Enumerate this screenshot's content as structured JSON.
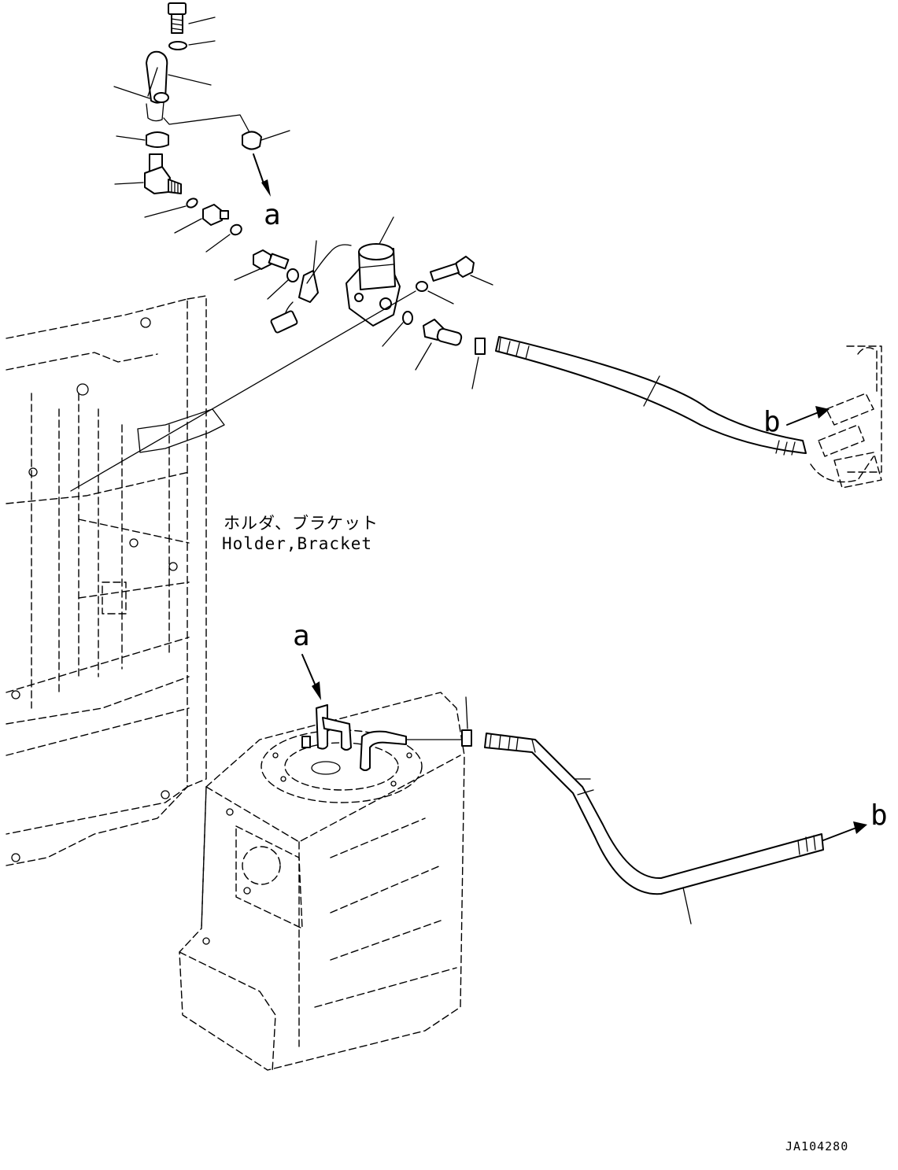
{
  "diagram": {
    "labels": {
      "a_top": "a",
      "a_tank": "a",
      "b_upper": "b",
      "b_lower": "b"
    },
    "note": {
      "japanese": "ホルダ、ブラケット",
      "english": "Holder,Bracket"
    },
    "drawing_code": "JA104280"
  }
}
